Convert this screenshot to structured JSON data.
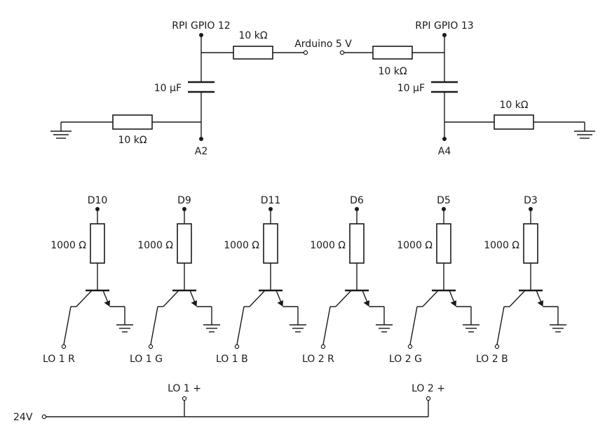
{
  "top_circuit": {
    "left": {
      "gpio_label": "RPI GPIO 12",
      "series_resistor_label": "10 kΩ",
      "capacitor_label": "10 µF",
      "pulldown_resistor_label": "10 kΩ",
      "analog_pin_label": "A2"
    },
    "center": {
      "supply_label": "Arduino 5 V"
    },
    "right": {
      "gpio_label": "RPI GPIO 13",
      "series_resistor_label": "10 kΩ",
      "capacitor_label": "10 µF",
      "pulldown_resistor_label": "10 kΩ",
      "analog_pin_label": "A4"
    }
  },
  "drivers": [
    {
      "pin": "D10",
      "resistor": "1000 Ω",
      "output": "LO 1 R"
    },
    {
      "pin": "D9",
      "resistor": "1000 Ω",
      "output": "LO 1 G"
    },
    {
      "pin": "D11",
      "resistor": "1000 Ω",
      "output": "LO 1 B"
    },
    {
      "pin": "D6",
      "resistor": "1000 Ω",
      "output": "LO 2 R"
    },
    {
      "pin": "D5",
      "resistor": "1000 Ω",
      "output": "LO 2 G"
    },
    {
      "pin": "D3",
      "resistor": "1000 Ω",
      "output": "LO 2 B"
    }
  ],
  "power": {
    "supply_label": "24V",
    "taps": [
      "LO 1 +",
      "LO 2 +"
    ]
  }
}
